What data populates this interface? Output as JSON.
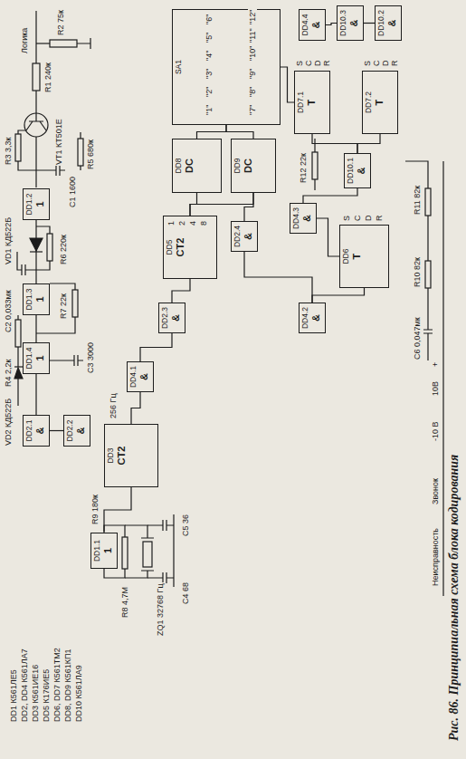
{
  "diagram": {
    "caption": "Рис. 86. Принципиальная схема блока кодирования",
    "nodes": [
      {
        "text": [
          "DD1.2",
          "1"
        ]
      },
      {
        "text": [
          "DD1.3",
          "1"
        ]
      },
      {
        "text": [
          "DD1.4",
          "1"
        ]
      },
      {
        "text": [
          "DD2.1",
          "&"
        ]
      },
      {
        "text": [
          "DD2.2",
          "&"
        ]
      },
      {
        "text": [
          "DD1.1",
          "1"
        ]
      },
      {
        "text": [
          "DD3",
          "CT2"
        ]
      },
      {
        "text": [
          "DD4.1",
          "&"
        ]
      },
      {
        "text": [
          "DD2.3",
          "&"
        ]
      },
      {
        "text": [
          "DD5",
          "CT2"
        ]
      },
      {
        "text": [
          "DD8",
          "DC"
        ]
      },
      {
        "text": [
          "DD9",
          "DC"
        ]
      },
      {
        "text": [
          "SA1"
        ]
      },
      {
        "text": [
          "DD2.4",
          "&"
        ]
      },
      {
        "text": [
          "DD7.1",
          "T"
        ]
      },
      {
        "text": [
          "DD10.1",
          "&"
        ]
      },
      {
        "text": [
          "DD7.2",
          "T"
        ]
      },
      {
        "text": [
          "DD4.4",
          "&"
        ]
      },
      {
        "text": [
          "DD10.3",
          "&"
        ]
      },
      {
        "text": [
          "DD10.2",
          "&"
        ]
      },
      {
        "text": [
          "DD4.3",
          "&"
        ]
      },
      {
        "text": [
          "DD6",
          "T"
        ]
      },
      {
        "text": [
          "DD4.2",
          "&"
        ]
      }
    ],
    "edges": [
      {
        "from": 0,
        "to": 1,
        "arrow": "none"
      },
      {
        "from": 1,
        "to": 2,
        "arrow": "none"
      },
      {
        "from": 2,
        "to": 3,
        "arrow": "none"
      },
      {
        "from": 3,
        "to": 4,
        "arrow": "none"
      },
      {
        "from": 5,
        "to": 6,
        "arrow": "none"
      },
      {
        "from": 6,
        "to": 7,
        "arrow": "none"
      },
      {
        "from": 7,
        "to": 8,
        "arrow": "none"
      },
      {
        "from": 8,
        "to": 9,
        "arrow": "none"
      },
      {
        "from": 9,
        "to": 10,
        "arrow": "none"
      },
      {
        "from": 9,
        "to": 11,
        "arrow": "none"
      },
      {
        "from": 10,
        "to": 12,
        "arrow": "none"
      },
      {
        "from": 11,
        "to": 12,
        "arrow": "none"
      },
      {
        "from": 11,
        "to": 13,
        "arrow": "none"
      },
      {
        "from": 12,
        "to": 14,
        "arrow": "none"
      },
      {
        "from": 14,
        "to": 15,
        "arrow": "none"
      },
      {
        "from": 16,
        "to": 15,
        "arrow": "none"
      },
      {
        "from": 15,
        "to": 20,
        "arrow": "none"
      },
      {
        "from": 17,
        "to": 18,
        "arrow": "none"
      },
      {
        "from": 18,
        "to": 19,
        "arrow": "none"
      },
      {
        "from": 20,
        "to": 21,
        "arrow": "none"
      },
      {
        "from": 22,
        "to": 21,
        "arrow": "none"
      },
      {
        "from": 13,
        "to": 22,
        "arrow": "none"
      }
    ],
    "labels": [
      "DD1 К561ЛЕ5",
      "DD2, DD4 К561ЛА7",
      "DD3 К561ИЕ16",
      "DD5 К176ИЕ5",
      "DD6, DD7 К561ТМ2",
      "DD8, DD9 К561КП1",
      "DD10 К561ЛА9",
      "Логика",
      "R1 240к",
      "R2 75к",
      "R3 3,3к",
      "VT1 КТ501Е",
      "C1 1600",
      "R5 680к",
      "VD1 КД522Б",
      "R6 220к",
      "C2 0,033мк",
      "R4 2,2к",
      "R7 22к",
      "C3 3000",
      "VD2 КД522Б",
      "R8 4,7М",
      "ZQ1 32768 Гц",
      "C4 68",
      "C5 36",
      "R9 180к",
      "256 Гц",
      "R12 22к",
      "R11 82к",
      "R10 82к",
      "C6 0,047мк",
      "10В",
      "+",
      "-10 В",
      "Звонок",
      "Неисправность",
      "\"1\"",
      "\"2\"",
      "\"3\"",
      "\"4\"",
      "\"5\"",
      "\"6\"",
      "\"7\"",
      "\"8\"",
      "\"9\"",
      "\"10\"",
      "\"11\"",
      "\"12\"",
      "1",
      "2",
      "4",
      "8",
      "S",
      "C",
      "D",
      "R",
      "S",
      "C",
      "D",
      "R",
      "S",
      "C",
      "D",
      "R"
    ]
  }
}
